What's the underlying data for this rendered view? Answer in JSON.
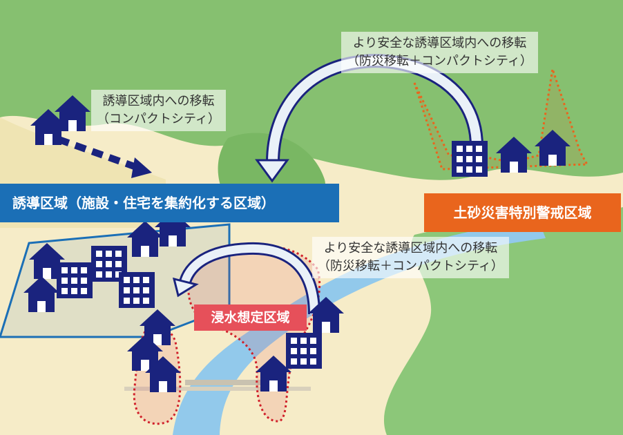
{
  "captions": {
    "upper_left": {
      "line1": "誘導区域内への移転",
      "line2": "（コンパクトシティ）"
    },
    "upper_right": {
      "line1": "より安全な誘導区域内への移転",
      "line2": "（防災移転＋コンパクトシティ）"
    },
    "middle_right": {
      "line1": "より安全な誘導区域内への移転",
      "line2": "（防災移転＋コンパクトシティ）"
    }
  },
  "zones": {
    "induction": "誘導区域（施設・住宅を集約化する区域）",
    "sediment": "土砂災害特別警戒区域",
    "flood": "浸水想定区域"
  },
  "colors": {
    "induction_blue": "#1b6fb6",
    "sediment_orange": "#e9651d",
    "flood_red": "#e6505a",
    "building_navy": "#1a237e",
    "forest_green": "#7fbf6a",
    "river_blue": "#8fc6e8"
  },
  "icons": [
    "house-icon",
    "apartment-building-icon",
    "curved-arrow-icon",
    "dashed-arrow-icon"
  ]
}
